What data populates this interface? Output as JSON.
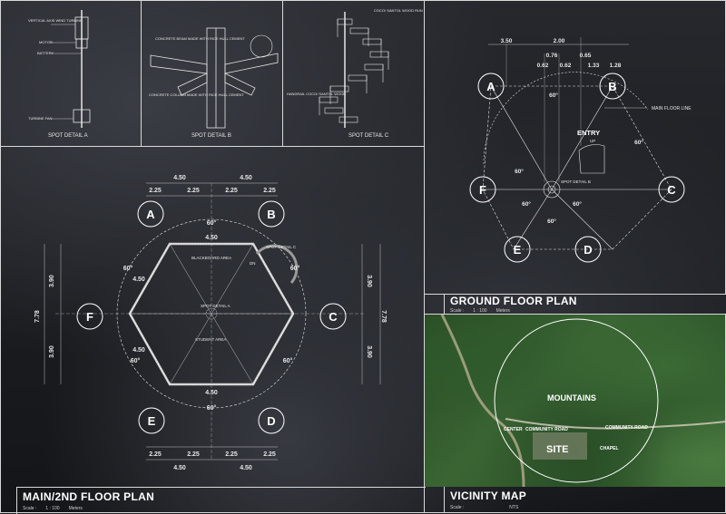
{
  "colors": {
    "line": "#e6e6e6",
    "accent": "#ffffff",
    "map_green": "#2f5a2c"
  },
  "detail_a": {
    "labels": [
      "VERTICAL AXIS WIND TURBINE",
      "MOTOR",
      "BATTERY",
      "TURBINE FAN"
    ],
    "title": "SPOT DETAIL A"
  },
  "detail_b": {
    "labels": [
      "CONCRETE BEAM MADE WITH RICE HULL CEMENT",
      "CONCRETE COLUMN MADE WITH RICE HULL CEMENT"
    ],
    "title": "SPOT DETAIL B"
  },
  "detail_c": {
    "labels": [
      "COCO/ SANTOL WOOD RUN",
      "HANDRAIL COCO/ SANTOL WOOD"
    ],
    "title": "SPOT DETAIL C"
  },
  "main_plan": {
    "title": "MAIN/2ND FLOOR PLAN",
    "scale_label": "Scale :",
    "scale_value": "1 : 100",
    "scale_unit": "Meters",
    "nodes": [
      "A",
      "B",
      "C",
      "D",
      "E",
      "F"
    ],
    "dims_top": [
      "4.50",
      "4.50"
    ],
    "dims_top_sub": [
      "2.25",
      "2.25",
      "2.25",
      "2.25"
    ],
    "dims_bottom": [
      "4.50",
      "4.50"
    ],
    "dims_bottom_sub": [
      "2.25",
      "2.25",
      "2.25",
      "2.25"
    ],
    "dims_left": [
      "3.90",
      "3.90"
    ],
    "dim_left_total": "7.78",
    "dims_right": [
      "3.90",
      "3.90"
    ],
    "dim_right_total": "7.78",
    "inner_top": "4.50",
    "inner_bottom": "4.50",
    "angle": "60°",
    "side_dim": "4.50",
    "rooms": {
      "blackboard": "BLACKBOARD AREA",
      "student": "STUDENT AREA",
      "spot_a": "SPOT DETAIL A",
      "spot_c": "SPOT DETAIL C",
      "dn": "DN"
    }
  },
  "ground_plan": {
    "title": "GROUND FLOOR PLAN",
    "scale_label": "Scale :",
    "scale_value": "1 : 100",
    "scale_unit": "Meters",
    "nodes": [
      "A",
      "B",
      "C",
      "D",
      "E",
      "F"
    ],
    "dims": [
      "3.50",
      "2.00",
      "0.76",
      "0.65",
      "0.62",
      "0.62",
      "1.33",
      "1.28"
    ],
    "angle": "60°",
    "entry": "ENTRY",
    "up": "UP",
    "main_floor_line": "MAIN FLOOR LINE",
    "spot_b": "SPOT DETAIL B"
  },
  "vicinity": {
    "title": "VICINITY MAP",
    "scale_label": "Scale :",
    "scale_value": "NTS",
    "labels": {
      "mountains": "MOUNTAINS",
      "site": "SITE",
      "community_road_1": "COMMUNITY ROAD",
      "community_road_2": "COMMUNITY ROAD",
      "center": "CENTER",
      "chapel": "CHAPEL"
    }
  }
}
